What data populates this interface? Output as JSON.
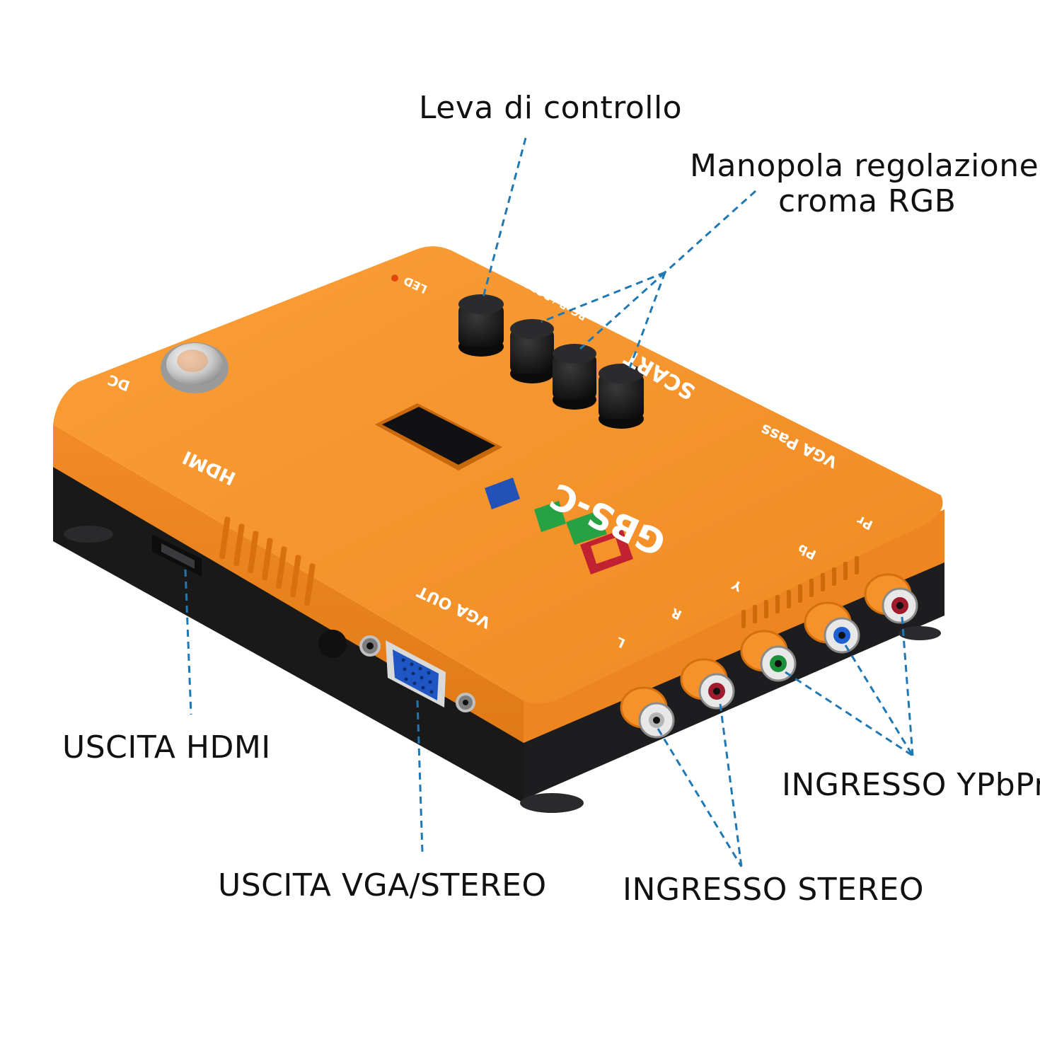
{
  "callouts": {
    "lever": "Leva di controllo",
    "knob_line1": "Manopola regolazione",
    "knob_line2": "croma RGB",
    "hdmi_out": "USCITA HDMI",
    "vga_stereo_out": "USCITA VGA/STEREO",
    "stereo_in": "INGRESSO STEREO",
    "ypbpr_in": "INGRESSO YPbPr"
  },
  "device_markings": {
    "dc": "DC",
    "hdmi": "HDMI",
    "led": "LED",
    "scart": "SCART",
    "scart_sub": "RGsB / RGBS",
    "vga_pass": "VGA Pass",
    "vga_out": "VGA OUT",
    "brand": "GBS-C",
    "jack_l": "L",
    "jack_r": "R",
    "jack_y": "Y",
    "jack_pb": "Pb",
    "jack_pr": "Pr"
  },
  "colors": {
    "body_orange": "#f7922b",
    "base_black": "#1d1d1f",
    "leader_blue": "#1f78b4",
    "jack_green": "#1b8f3a",
    "jack_blue": "#1e5fd1",
    "jack_red": "#a01b2d",
    "jack_white": "#e6e6e6"
  }
}
